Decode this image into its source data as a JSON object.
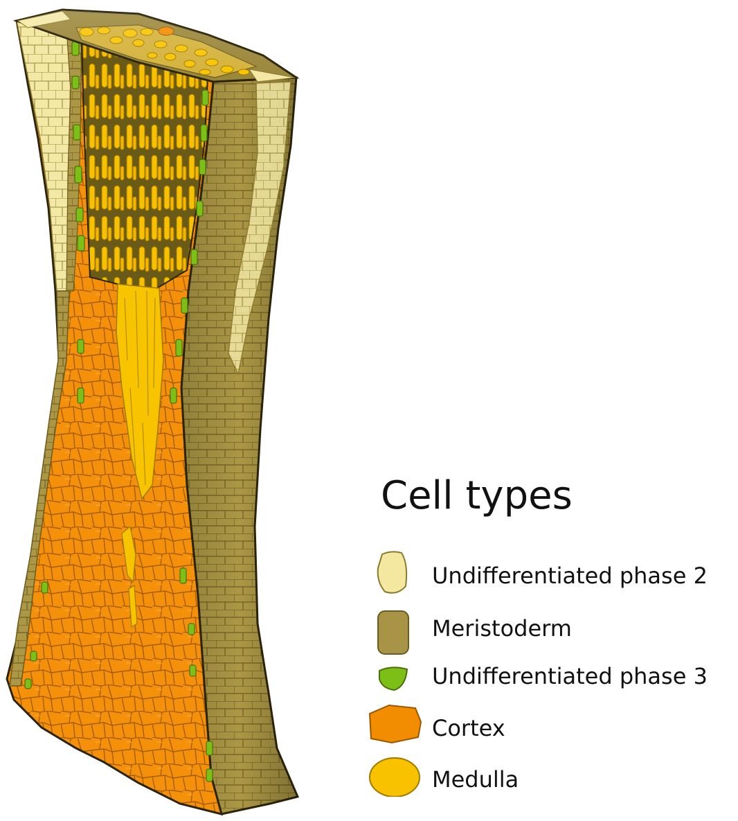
{
  "legend": {
    "title": "Cell types",
    "items": [
      {
        "label": "Undifferentiated phase 2",
        "color": "#f4e7a0",
        "stroke": "#8a7a2c",
        "icon": "pale-yellow-cell-icon"
      },
      {
        "label": "Meristoderm",
        "color": "#a89447",
        "stroke": "#6b5c1e",
        "icon": "olive-cell-icon"
      },
      {
        "label": "Undifferentiated phase 3",
        "color": "#7cbf16",
        "stroke": "#4c6e0c",
        "icon": "green-cell-icon"
      },
      {
        "label": "Cortex",
        "color": "#f28c00",
        "stroke": "#9a5600",
        "icon": "orange-cell-icon"
      },
      {
        "label": "Medulla",
        "color": "#f9c200",
        "stroke": "#a07a00",
        "icon": "yellow-cell-icon"
      }
    ]
  },
  "colors": {
    "dark_background": "#4a3e10",
    "outline": "#2b2408"
  }
}
